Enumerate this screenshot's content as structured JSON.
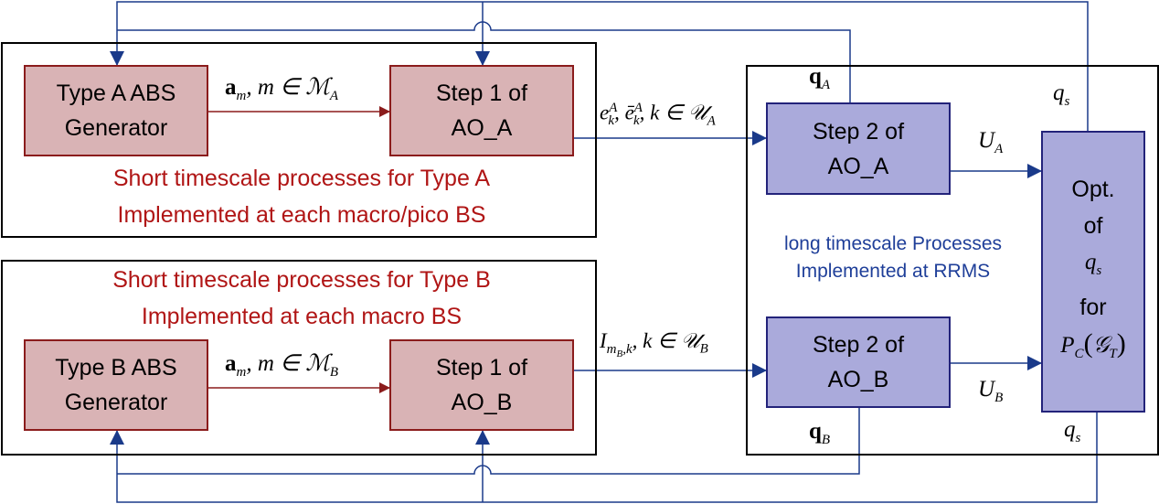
{
  "colors": {
    "box_red_fill": "#d9b3b5",
    "box_red_border": "#8b1c1c",
    "box_blue_fill": "#aaaadb",
    "box_blue_border": "#23237a",
    "red_text": "#b01515",
    "blue_text": "#1f3f99",
    "line_blue": "#1a3a8a"
  },
  "typeA": {
    "generator": [
      "Type A ABS",
      "Generator"
    ],
    "step1": [
      "Step 1 of",
      "AO_A"
    ],
    "caption": [
      "Short timescale processes for Type A",
      "Implemented at each macro/pico BS"
    ],
    "arrow_label": {
      "bold": "a",
      "sub": "m",
      "rest": ", m ∈ ",
      "set": "ℳ",
      "set_sub": "A"
    },
    "out_label": {
      "text": "e",
      "sub": "k",
      "sup": "A",
      "rest": ", ē",
      "sub2": "k",
      "sup2": "A",
      "rest2": ", k ∈ ",
      "set": "𝒰",
      "set_sub": "A"
    }
  },
  "typeB": {
    "generator": [
      "Type B ABS",
      "Generator"
    ],
    "step1": [
      "Step 1 of",
      "AO_B"
    ],
    "caption": [
      "Short timescale processes for Type B",
      "Implemented at each macro BS"
    ],
    "arrow_label": {
      "bold": "a",
      "sub": "m",
      "rest": ", m ∈ ",
      "set": "ℳ",
      "set_sub": "B"
    },
    "out_label": {
      "text": "I",
      "sub": "m",
      "subsub": "B",
      "sub_rest": ",k",
      "rest": ", k ∈ ",
      "set": "𝒰",
      "set_sub": "B"
    }
  },
  "rrms": {
    "stepA": [
      "Step 2 of",
      "AO_A"
    ],
    "stepB": [
      "Step 2 of",
      "AO_B"
    ],
    "caption": [
      "long timescale Processes",
      "Implemented at RRMS"
    ],
    "UA": {
      "text": "U",
      "sub": "A"
    },
    "UB": {
      "text": "U",
      "sub": "B"
    },
    "qA": {
      "bold": "q",
      "sub": "A"
    },
    "qB": {
      "bold": "q",
      "sub": "B"
    },
    "qs_top": {
      "text": "q",
      "sub": "s"
    },
    "qs_bottom": {
      "text": "q",
      "sub": "s"
    }
  },
  "opt": {
    "line1": "Opt.",
    "line2": "of",
    "line3": {
      "text": "q",
      "sub": "s"
    },
    "line4": "for",
    "line5": {
      "text": "P",
      "sub": "C",
      "paren_open": "(",
      "inner": "𝒢",
      "inner_sub": "T",
      "paren_close": ")"
    }
  }
}
